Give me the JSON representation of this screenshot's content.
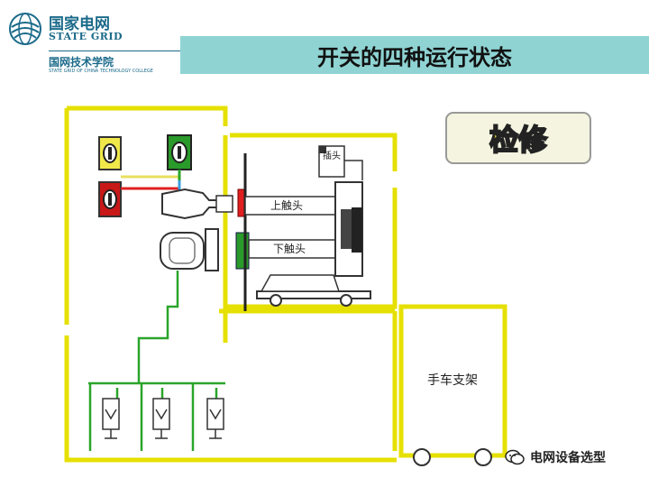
{
  "header": {
    "brand_cn": "国家电网",
    "brand_en": "STATE GRID",
    "college_cn": "国网技术学院",
    "college_en": "STATE GRID OF CHINA TECHNOLOGY COLLEGE",
    "title": "开关的四种运行状态"
  },
  "diagram": {
    "upper_contact_label": "上触头",
    "lower_contact_label": "下触头",
    "plug_label": "插头",
    "trolley_stand_label": "手车支架",
    "state_stamp": "检修"
  },
  "watermark": {
    "text": "电网设备选型"
  },
  "colors": {
    "frame": "#e6e000",
    "header_band": "#8fd3d3",
    "wire_green": "#2aa52a",
    "wire_red": "#e02020",
    "indicator_green": "#2a9a2a",
    "indicator_red": "#c81818",
    "brand_blue": "#1b6a8a"
  }
}
